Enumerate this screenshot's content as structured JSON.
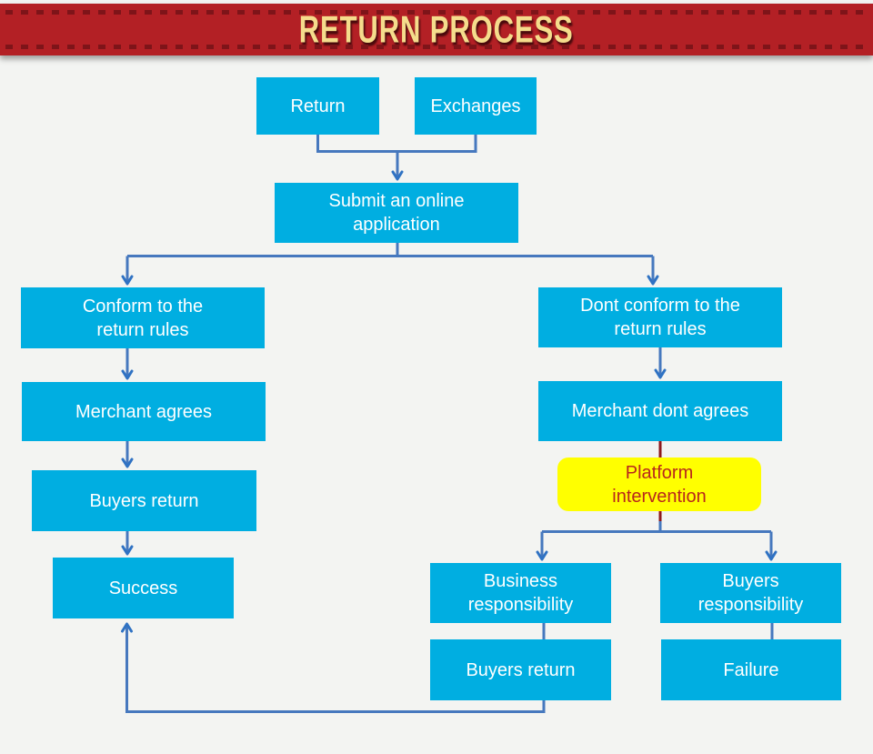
{
  "header": {
    "title": "RETURN PROCESS"
  },
  "colors": {
    "banner_bg": "#B32025",
    "banner_dash": "#7E1419",
    "banner_text": "#F5DC8C",
    "node_fill": "#00AEE1",
    "node_text": "#FFFFFF",
    "highlight_fill": "#FFFF00",
    "highlight_text": "#B8271C",
    "line_blue": "#4678BE",
    "arrow_blue": "#2F72C3",
    "line_red": "#8C191C",
    "background": "#F3F4F2"
  },
  "flowchart": {
    "nodes": [
      {
        "id": "return",
        "label": "Return"
      },
      {
        "id": "exchanges",
        "label": "Exchanges"
      },
      {
        "id": "submit-application",
        "label": "Submit an online\napplication"
      },
      {
        "id": "conform-rules",
        "label": "Conform to the\nreturn rules"
      },
      {
        "id": "merchant-agrees",
        "label": "Merchant agrees"
      },
      {
        "id": "buyers-return",
        "label": "Buyers return"
      },
      {
        "id": "success",
        "label": "Success"
      },
      {
        "id": "dont-conform-rules",
        "label": "Dont conform to the\nreturn rules"
      },
      {
        "id": "merchant-dont-agrees",
        "label": "Merchant dont agrees"
      },
      {
        "id": "platform-intervention",
        "label": "Platform\nintervention"
      },
      {
        "id": "business-responsibility",
        "label": "Business\nresponsibility"
      },
      {
        "id": "buyers-responsibility",
        "label": "Buyers\nresponsibility"
      },
      {
        "id": "buyers-return-2",
        "label": "Buyers return"
      },
      {
        "id": "failure",
        "label": "Failure"
      }
    ]
  }
}
